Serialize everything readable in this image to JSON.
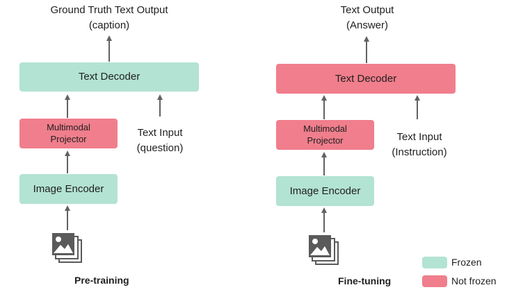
{
  "pretraining": {
    "output_line1": "Ground Truth Text Output",
    "output_line2": "(caption)",
    "text_decoder": "Text Decoder",
    "projector_line1": "Multimodal",
    "projector_line2": "Projector",
    "text_input_line1": "Text Input",
    "text_input_line2": "(question)",
    "image_encoder": "Image Encoder",
    "image_icon": "image-stack-icon",
    "label": "Pre-training"
  },
  "finetuning": {
    "output_line1": "Text Output",
    "output_line2": "(Answer)",
    "text_decoder": "Text Decoder",
    "projector_line1": "Multimodal",
    "projector_line2": "Projector",
    "text_input_line1": "Text Input",
    "text_input_line2": "(Instruction)",
    "image_encoder": "Image Encoder",
    "image_icon": "image-stack-icon",
    "label": "Fine-tuning"
  },
  "legend": {
    "frozen": "Frozen",
    "not_frozen": "Not frozen"
  },
  "colors": {
    "frozen": "#b3e3d2",
    "not_frozen": "#f07e8c",
    "arrow": "#616161"
  }
}
